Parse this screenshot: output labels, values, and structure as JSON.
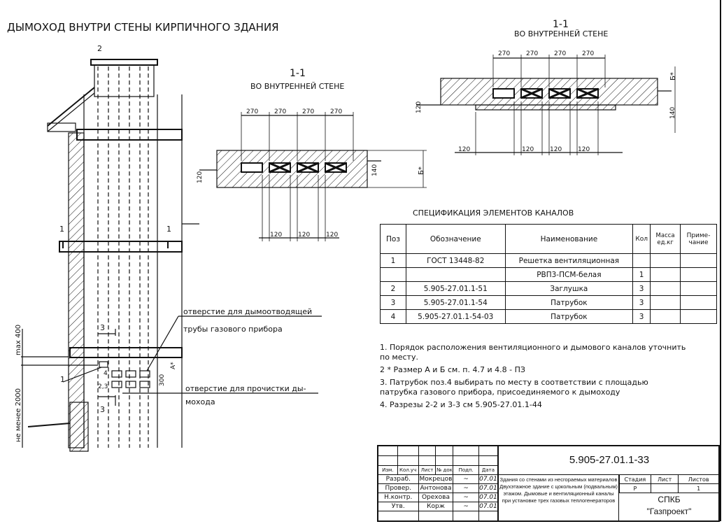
{
  "title": "ДЫМОХОД ВНУТРИ СТЕНЫ КИРПИЧНОГО ЗДАНИЯ",
  "elevation": {
    "section_mark_top": "2",
    "section_mark_left": "1",
    "section_mark_right": "1",
    "section3_top": "3",
    "section3_bottom": "3",
    "callout_1": "1",
    "callout_4": "4",
    "callout_23": "2,3",
    "dim_300": "300",
    "dim_a": "А*",
    "dim_max400": "max 400",
    "dim_min2000": "не менее 2000",
    "label_smoke_1": "отверстие для дымоотводящей",
    "label_smoke_2": "трубы газового прибора",
    "label_clean_1": "отверстие для прочистки ды-",
    "label_clean_2": "мохода"
  },
  "section_a": {
    "title": "1-1",
    "subtitle": "ВО ВНУТРЕННЕЙ СТЕНЕ",
    "dims_top": [
      "270",
      "270",
      "270",
      "270"
    ],
    "dims_bottom": [
      "120",
      "120",
      "120"
    ],
    "dim_left": "120",
    "dim_right_140": "140",
    "dim_b": "Б*"
  },
  "section_b": {
    "title": "1-1",
    "subtitle": "ВО ВНУТРЕННЕЙ СТЕНЕ",
    "dims_top": [
      "270",
      "270",
      "270",
      "270"
    ],
    "dims_bottom": [
      "120",
      "120",
      "120",
      "120"
    ],
    "dim_left": "120",
    "dim_right_140": "140",
    "dim_b": "Б*"
  },
  "spec": {
    "title": "СПЕЦИФИКАЦИЯ ЭЛЕМЕНТОВ КАНАЛОВ",
    "headers": [
      "Поз",
      "Обозначение",
      "Наименование",
      "Кол",
      "Масса ед.кг",
      "Приме- чание"
    ],
    "rows": [
      [
        "1",
        "ГОСТ 13448-82",
        "Решетка вентиляционная",
        "",
        "",
        ""
      ],
      [
        "",
        "",
        "РВП3-ПСМ-белая",
        "1",
        "",
        ""
      ],
      [
        "2",
        "5.905-27.01.1-51",
        "Заглушка",
        "3",
        "",
        ""
      ],
      [
        "3",
        "5.905-27.01.1-54",
        "Патрубок",
        "3",
        "",
        ""
      ],
      [
        "4",
        "5.905-27.01.1-54-03",
        "Патрубок",
        "3",
        "",
        ""
      ]
    ]
  },
  "notes": [
    "1. Порядок расположения вентиляционного и дымового каналов уточнить по месту.",
    "2 * Размер А и Б см. п. 4.7 и 4.8 - ПЗ",
    "3. Патрубок поз.4 выбирать по месту в соответствии с площадью патрубка газового прибора, присоединяемого к дымоходу",
    "4. Разрезы 2-2 и 3-3 см 5.905-27.01.1-44"
  ],
  "title_block": {
    "doc_number": "5.905-27.01.1-33",
    "col_headers": [
      "Изм.",
      "Кол.уч",
      "Лист",
      "№ док",
      "Подп.",
      "Дата"
    ],
    "people": [
      {
        "role": "Разраб.",
        "name": "Мокрецов",
        "date": "07.01"
      },
      {
        "role": "Провер.",
        "name": "Антонова",
        "date": "07.01"
      },
      {
        "role": "Н.контр.",
        "name": "Орехова",
        "date": "07.01"
      },
      {
        "role": "Утв.",
        "name": "Корж",
        "date": "07.01"
      }
    ],
    "description": "Здания со стенами из несгораемых материалов Двухэтажное здание с цокольным (подвальным) этажом. Дымовые и вентиляционный каналы при установке трех газовых теплогенераторов",
    "stage_headers": [
      "Стадия",
      "Лист",
      "Листов"
    ],
    "stage_values": [
      "Р",
      "",
      "1"
    ],
    "org_line1": "СПКБ",
    "org_line2": "\"Газпроект\""
  }
}
